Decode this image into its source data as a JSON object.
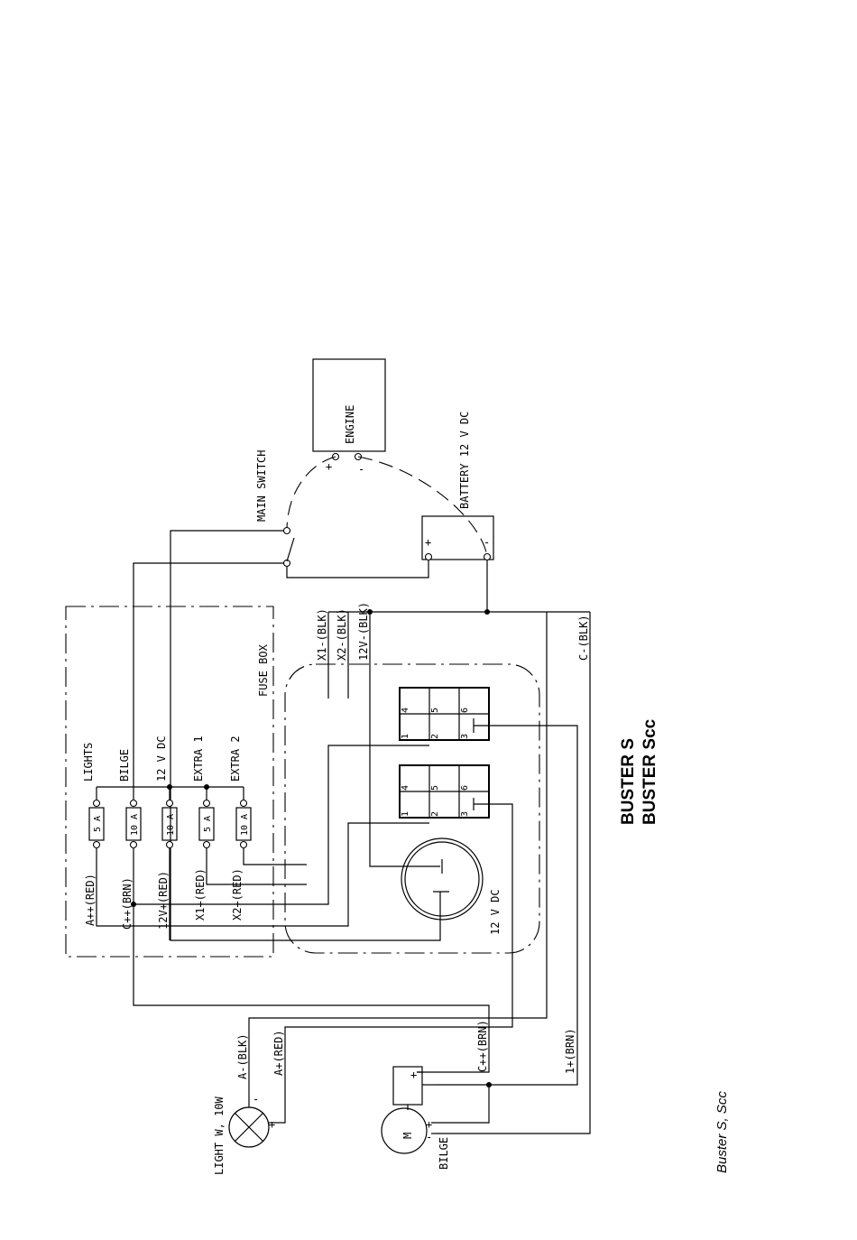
{
  "title": {
    "line1": "BUSTER S",
    "line2": "BUSTER Scc"
  },
  "caption": "Buster S, Scc",
  "components": {
    "engine": "ENGINE",
    "main_switch": "MAIN SWITCH",
    "battery": "BATTERY 12 V DC",
    "fuse_box": "FUSE BOX",
    "socket": "12 V DC",
    "light": "LIGHT W, 10W",
    "bilge": "BILGE"
  },
  "fuses": [
    {
      "circuit": "LIGHTS",
      "rating": "5 A",
      "wire": "A++(RED)"
    },
    {
      "circuit": "BILGE",
      "rating": "10 A",
      "wire": "C++(BRN)"
    },
    {
      "circuit": "12 V DC",
      "rating": "10 A",
      "wire": "12V+(RED)"
    },
    {
      "circuit": "EXTRA 1",
      "rating": "5 A",
      "wire": "X1+(RED)"
    },
    {
      "circuit": "EXTRA 2",
      "rating": "10 A",
      "wire": "X2+(RED)"
    }
  ],
  "wires": {
    "x1_neg": "X1-(BLK)",
    "x2_neg": "X2-(BLK)",
    "v12_neg": "12V-(BLK)",
    "c_neg": "C-(BLK)",
    "a_neg": "A-(BLK)",
    "a_pos": "A+(RED)",
    "c_pos": "C++(BRN)",
    "one_pos": "1+(BRN)"
  },
  "symbols": {
    "plus": "+",
    "minus": "-",
    "motor": "M"
  },
  "switch_pins": [
    "1",
    "2",
    "3",
    "4",
    "5",
    "6"
  ]
}
